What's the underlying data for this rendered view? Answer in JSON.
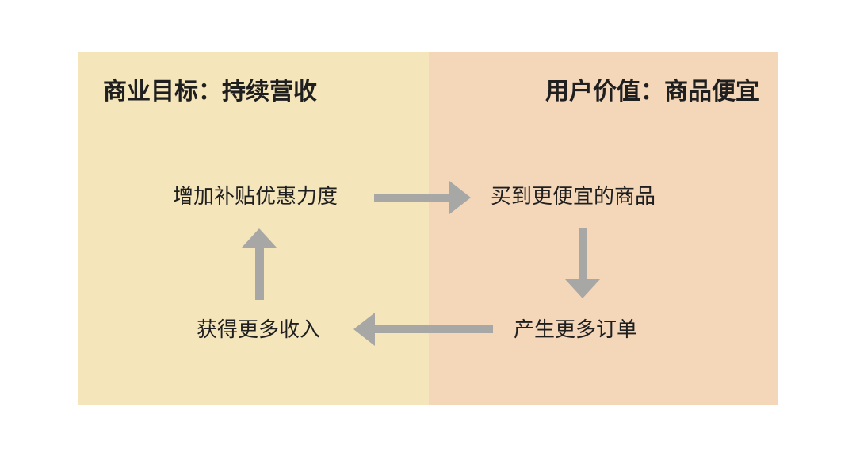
{
  "left_panel": {
    "title": "商业目标：持续营收",
    "background": "#f4e5bb"
  },
  "right_panel": {
    "title": "用户价值：商品便宜",
    "background": "#f4d6b9"
  },
  "nodes": {
    "increase_subsidy": "增加补贴优惠力度",
    "buy_cheaper": "买到更便宜的商品",
    "more_orders": "产生更多订单",
    "more_income": "获得更多收入"
  },
  "arrow_color": "#a7a7a5"
}
